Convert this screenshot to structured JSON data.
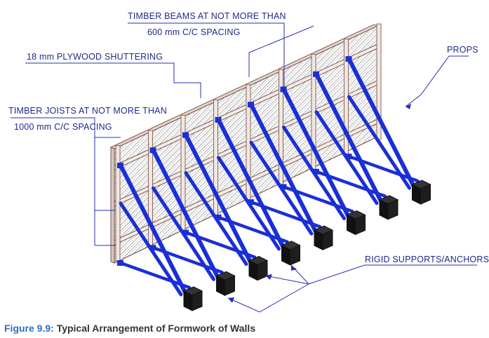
{
  "labels": {
    "timber_beams_line1": "TIMBER BEAMS AT NOT MORE THAN",
    "timber_beams_line2": "600 mm C/C SPACING",
    "plywood": "18 mm PLYWOOD SHUTTERING",
    "joists_line1": "TIMBER JOISTS AT NOT MORE THAN",
    "joists_line2": "1000 mm C/C SPACING",
    "props": "PROPS",
    "supports": "RIGID SUPPORTS/ANCHORS"
  },
  "caption": {
    "number": "Figure 9.9:",
    "text": "Typical Arrangement of Formwork of Walls"
  },
  "colors": {
    "prop_blue": "#1a2fd6",
    "leader_blue": "#2a2fb0",
    "anchor_black": "#111111",
    "panel_outline": "#7a5a50",
    "caption_blue": "#2e6fb7"
  }
}
